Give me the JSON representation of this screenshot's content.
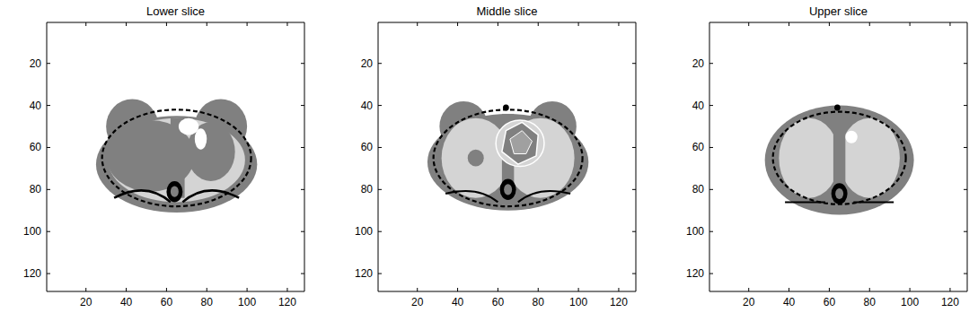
{
  "diagram": {
    "labels": [
      "Lower slice",
      "20",
      "40",
      "60",
      "80",
      "100",
      "120",
      "20",
      "40",
      "60",
      "80",
      "100",
      "120",
      "Middle slice",
      "20",
      "40",
      "60",
      "80",
      "100",
      "120",
      "20",
      "40",
      "60",
      "80",
      "100",
      "120",
      "Upper slice",
      "20",
      "40",
      "60",
      "80",
      "100",
      "120",
      "20",
      "40",
      "60",
      "80",
      "100",
      "120"
    ]
  }
}
